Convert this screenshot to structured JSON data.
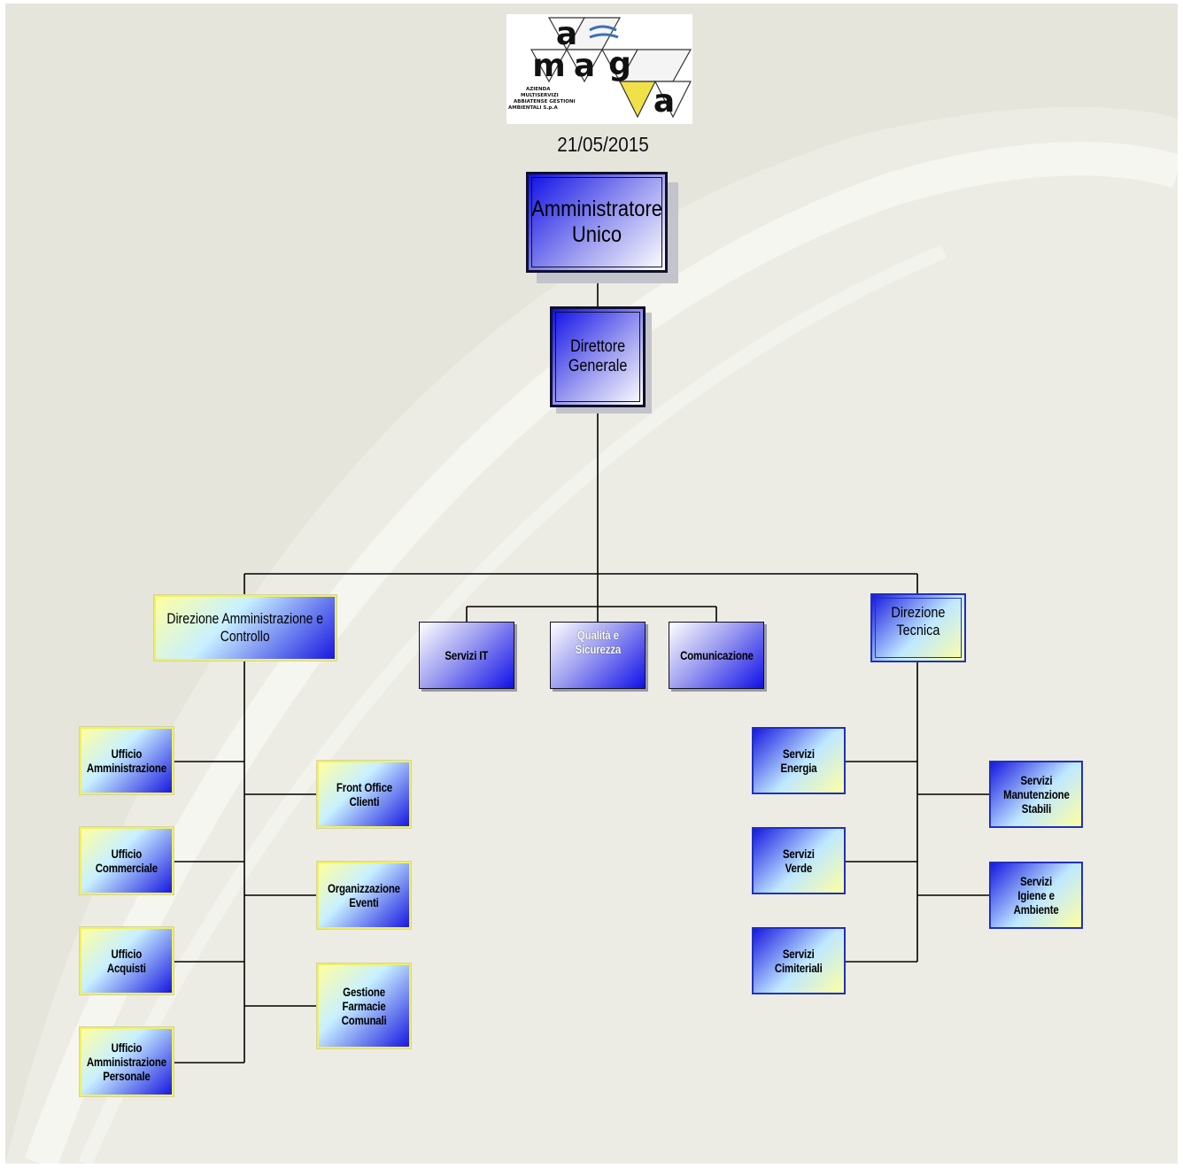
{
  "logo": {
    "letters": [
      "a",
      "m",
      "a",
      "g",
      "a"
    ],
    "caption": [
      "AZIENDA",
      "MULTISERVIZI",
      "ABBIATENSE GESTIONI",
      "AMBIENTALI S.p.A"
    ]
  },
  "date": "21/05/2015",
  "nodes": {
    "amministratore_unico": "Amministratore\nUnico",
    "direttore_generale": "Direttore\nGenerale",
    "direzione_amministrazione": "Direzione Amministrazione e\nControllo",
    "servizi_it": "Servizi IT",
    "qualita_sicurezza": "Qualità e\nSicurezza",
    "comunicazione": "Comunicazione",
    "direzione_tecnica": "Direzione\nTecnica",
    "ufficio_amministrazione": "Ufficio\nAmministrazione",
    "ufficio_commerciale": "Ufficio\nCommerciale",
    "ufficio_acquisti": "Ufficio\nAcquisti",
    "ufficio_amm_personale": "Ufficio\nAmministrazione\nPersonale",
    "front_office_clienti": "Front Office\nClienti",
    "organizzazione_eventi": "Organizzazione\nEventi",
    "gestione_farmacie": "Gestione\nFarmacie\nComunali",
    "servizi_energia": "Servizi\nEnergia",
    "servizi_verde": "Servizi\nVerde",
    "servizi_cimiteriali": "Servizi\nCimiteriali",
    "servizi_manutenzione": "Servizi\nManutenzione\nStabili",
    "servizi_igiene": "Servizi\nIgiene e\nAmbiente"
  },
  "colors": {
    "background": "#edece4",
    "box_blue": "#1010e8",
    "box_yellow_border": "#f0f060",
    "connector": "#000000"
  }
}
